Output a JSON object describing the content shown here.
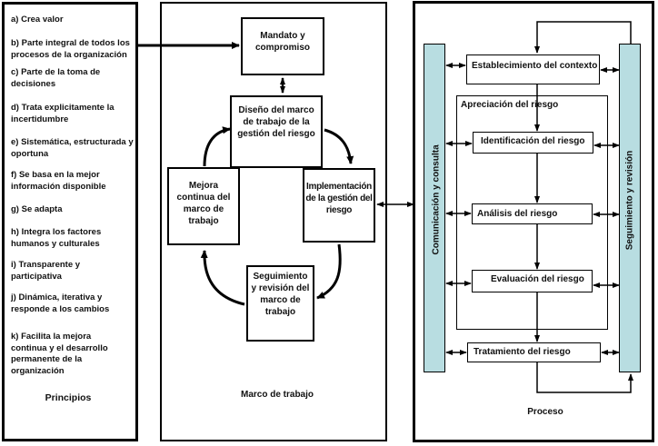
{
  "principles": {
    "title": "Principios",
    "items": [
      {
        "label": "a) Crea valor"
      },
      {
        "label": "b) Parte integral de todos los procesos de la organización"
      },
      {
        "label": "c) Parte de la toma de decisiones"
      },
      {
        "label": "d) Trata explicitamente la incertidumbre"
      },
      {
        "label": "e) Sistemática, estructurada y oportuna"
      },
      {
        "label": "f) Se basa en la mejor información disponible"
      },
      {
        "label": "g) Se adapta"
      },
      {
        "label": "h) Integra los factores humanos y culturales"
      },
      {
        "label": "i) Transparente y participativa"
      },
      {
        "label": "j) Dinámica, iterativa y responde a los cambios"
      },
      {
        "label": "k) Facilita la mejora continua y el desarrollo permanente de la organización"
      }
    ]
  },
  "framework": {
    "title": "Marco de trabajo",
    "mandate": "Mandato y compromiso",
    "design": "Diseño del marco de trabajo de la gestión del riesgo",
    "implementation": "Implementación de la gestión del riesgo",
    "monitoring": "Seguimiento y revisión del marco de trabajo",
    "improvement": "Mejora continua del marco de trabajo"
  },
  "process": {
    "title": "Proceso",
    "communication": "Comunicación y consulta",
    "monitoring": "Seguimiento y revisión",
    "context": "Establecimiento del contexto",
    "assessment": "Apreciación del riesgo",
    "identification": "Identificación del riesgo",
    "analysis": "Análisis del riesgo",
    "evaluation": "Evaluación del riesgo",
    "treatment": "Tratamiento del riesgo"
  },
  "colors": {
    "side_bar": "#b8dde1",
    "border": "#000000"
  }
}
